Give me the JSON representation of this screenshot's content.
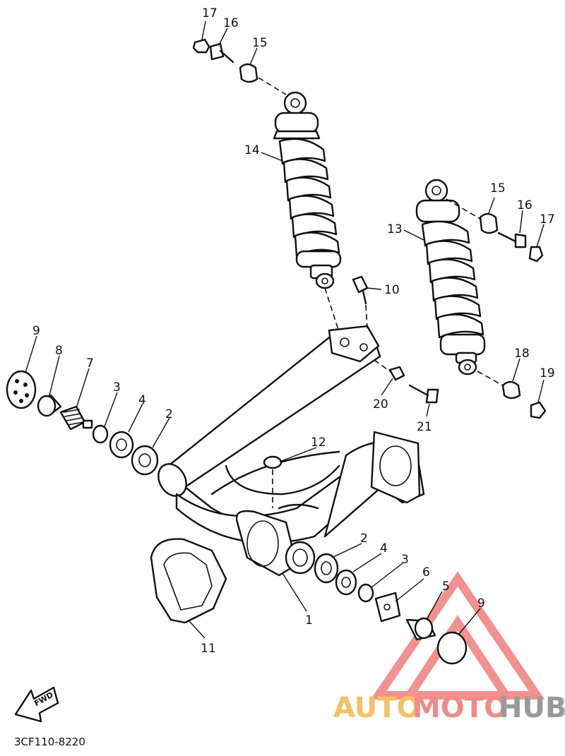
{
  "diagram": {
    "drawing_code": "3CF110-8220",
    "fwd_label": "FWD",
    "watermark": {
      "brand_part1": "AUTO",
      "brand_part2": "MOTO",
      "brand_part3": "HUB",
      "colors": {
        "auto": "#f6c065",
        "moto": "#f08a8a",
        "hub": "#9a9a9a",
        "triangle": "#f28585"
      }
    },
    "callouts": {
      "c1": "1",
      "c2a": "2",
      "c2b": "2",
      "c3a": "3",
      "c3b": "3",
      "c4a": "4",
      "c4b": "4",
      "c5": "5",
      "c6": "6",
      "c7": "7",
      "c8": "8",
      "c9a": "9",
      "c9b": "9",
      "c10": "10",
      "c11": "11",
      "c12": "12",
      "c13": "13",
      "c14": "14",
      "c15a": "15",
      "c15b": "15",
      "c16a": "16",
      "c16b": "16",
      "c17a": "17",
      "c17b": "17",
      "c18": "18",
      "c19": "19",
      "c20": "20",
      "c21": "21"
    }
  }
}
